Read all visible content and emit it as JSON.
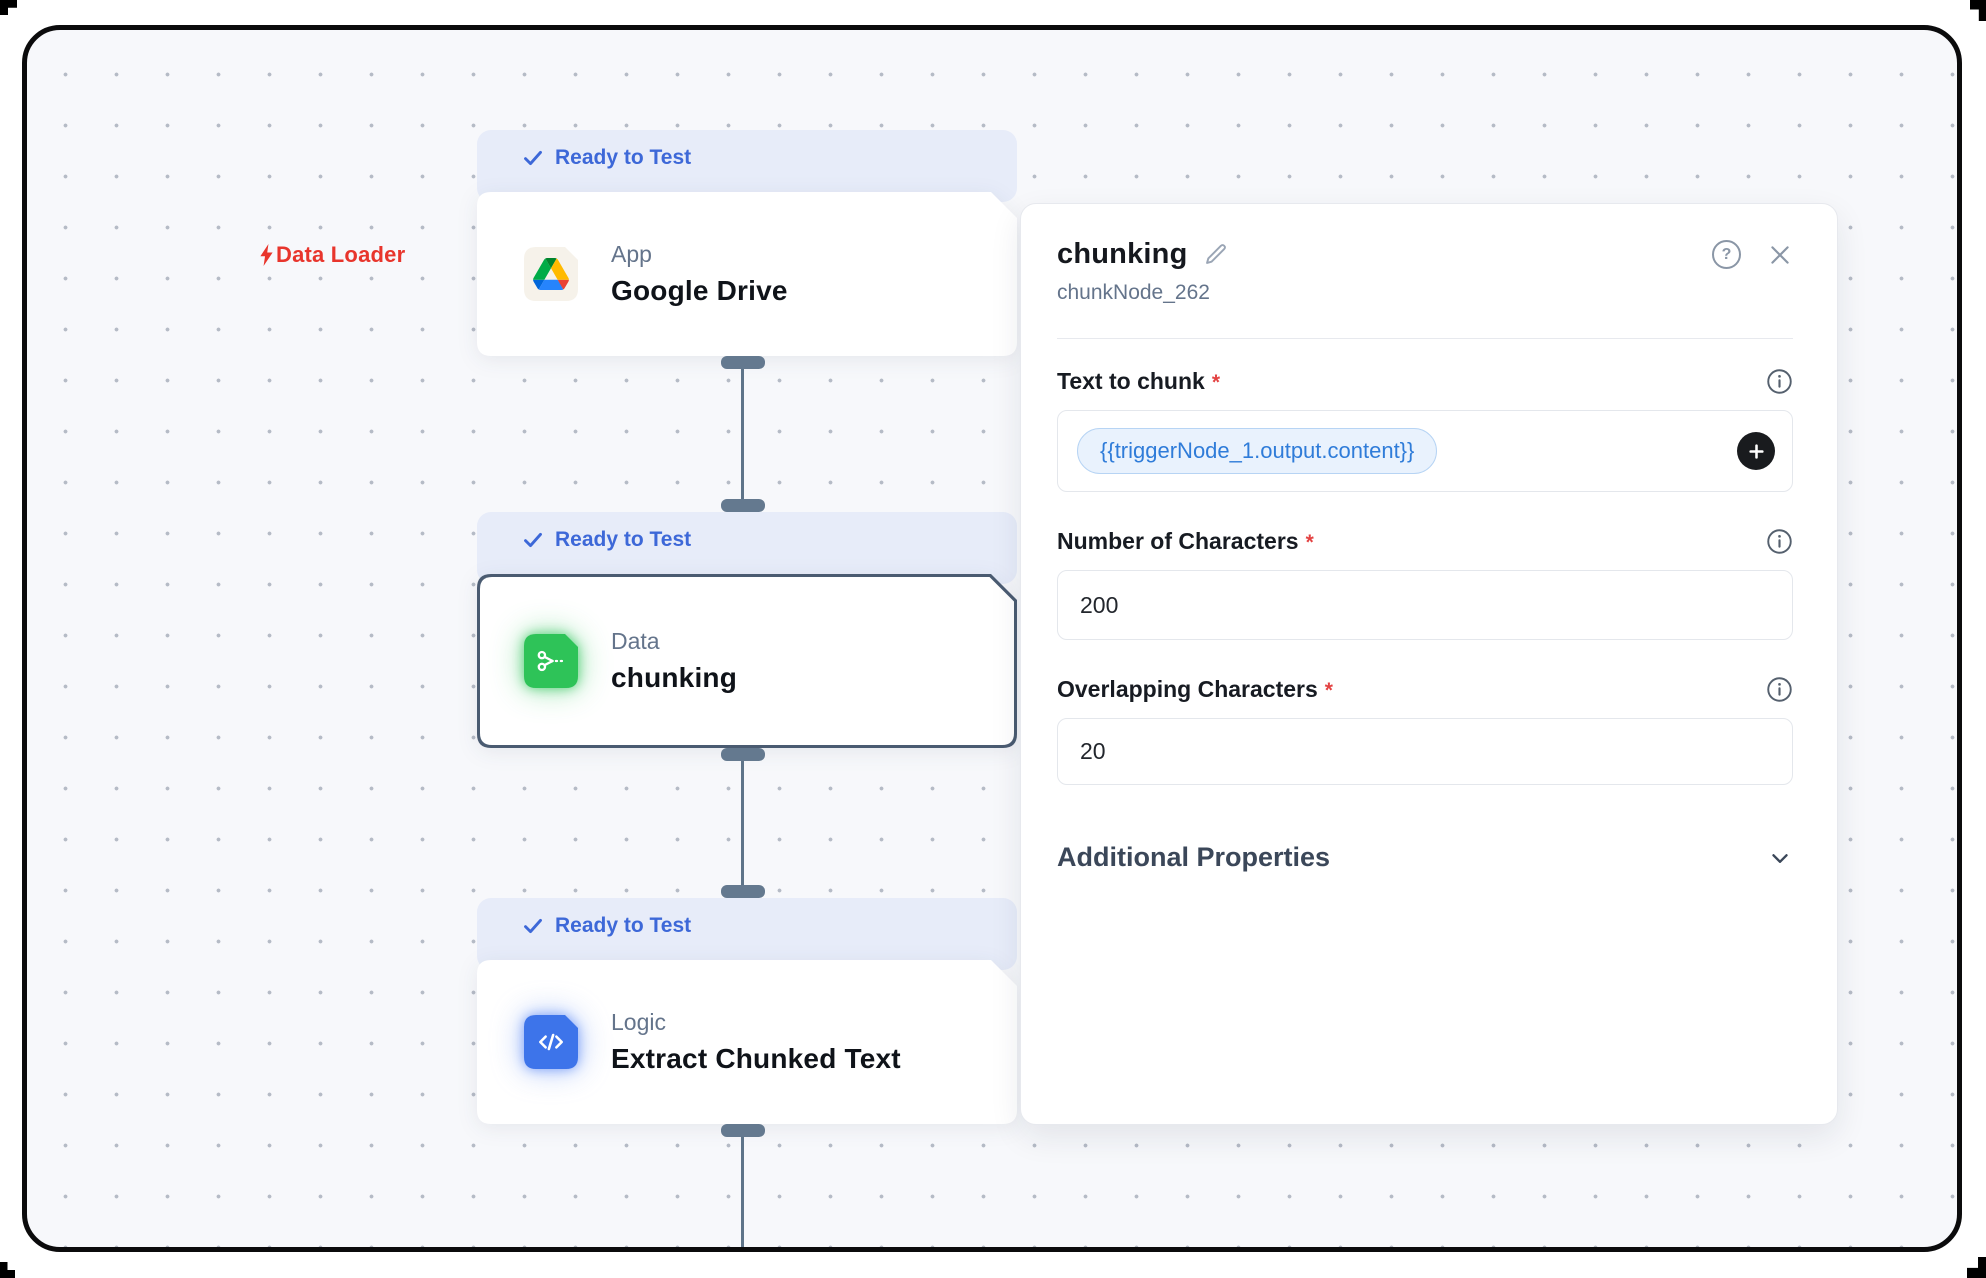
{
  "flow": {
    "label": "Data Loader",
    "icon": "lightning-icon"
  },
  "nodes": [
    {
      "status": "Ready to Test",
      "category": "App",
      "name": "Google Drive",
      "icon": "google-drive-icon",
      "selected": false
    },
    {
      "status": "Ready to Test",
      "category": "Data",
      "name": "chunking",
      "icon": "scissors-icon",
      "selected": true
    },
    {
      "status": "Ready to Test",
      "category": "Logic",
      "name": "Extract Chunked Text",
      "icon": "code-icon",
      "selected": false
    }
  ],
  "panel": {
    "title": "chunking",
    "node_id": "chunkNode_262",
    "help_glyph": "?",
    "fields": [
      {
        "label": "Text to chunk",
        "required": "*",
        "value": "{{triggerNode_1.output.content}}"
      },
      {
        "label": "Number of Characters",
        "required": "*",
        "value": "200"
      },
      {
        "label": "Overlapping Characters",
        "required": "*",
        "value": "20"
      }
    ],
    "additional_properties_label": "Additional Properties"
  },
  "colors": {
    "canvas_bg": "#f7f8fb",
    "frame_border": "#0b0b0c",
    "badge_bg": "#e7ecf9",
    "badge_text": "#3d68d8",
    "flow_label_red": "#e8352c",
    "node_green": "#2ec358",
    "node_blue": "#3d74ea",
    "selected_border": "#4a5b71",
    "connector": "#64798f",
    "pill_text": "#2f7cd9",
    "pill_bg": "#e9f2fd",
    "required_red": "#e34242",
    "muted_text": "#64748b"
  }
}
